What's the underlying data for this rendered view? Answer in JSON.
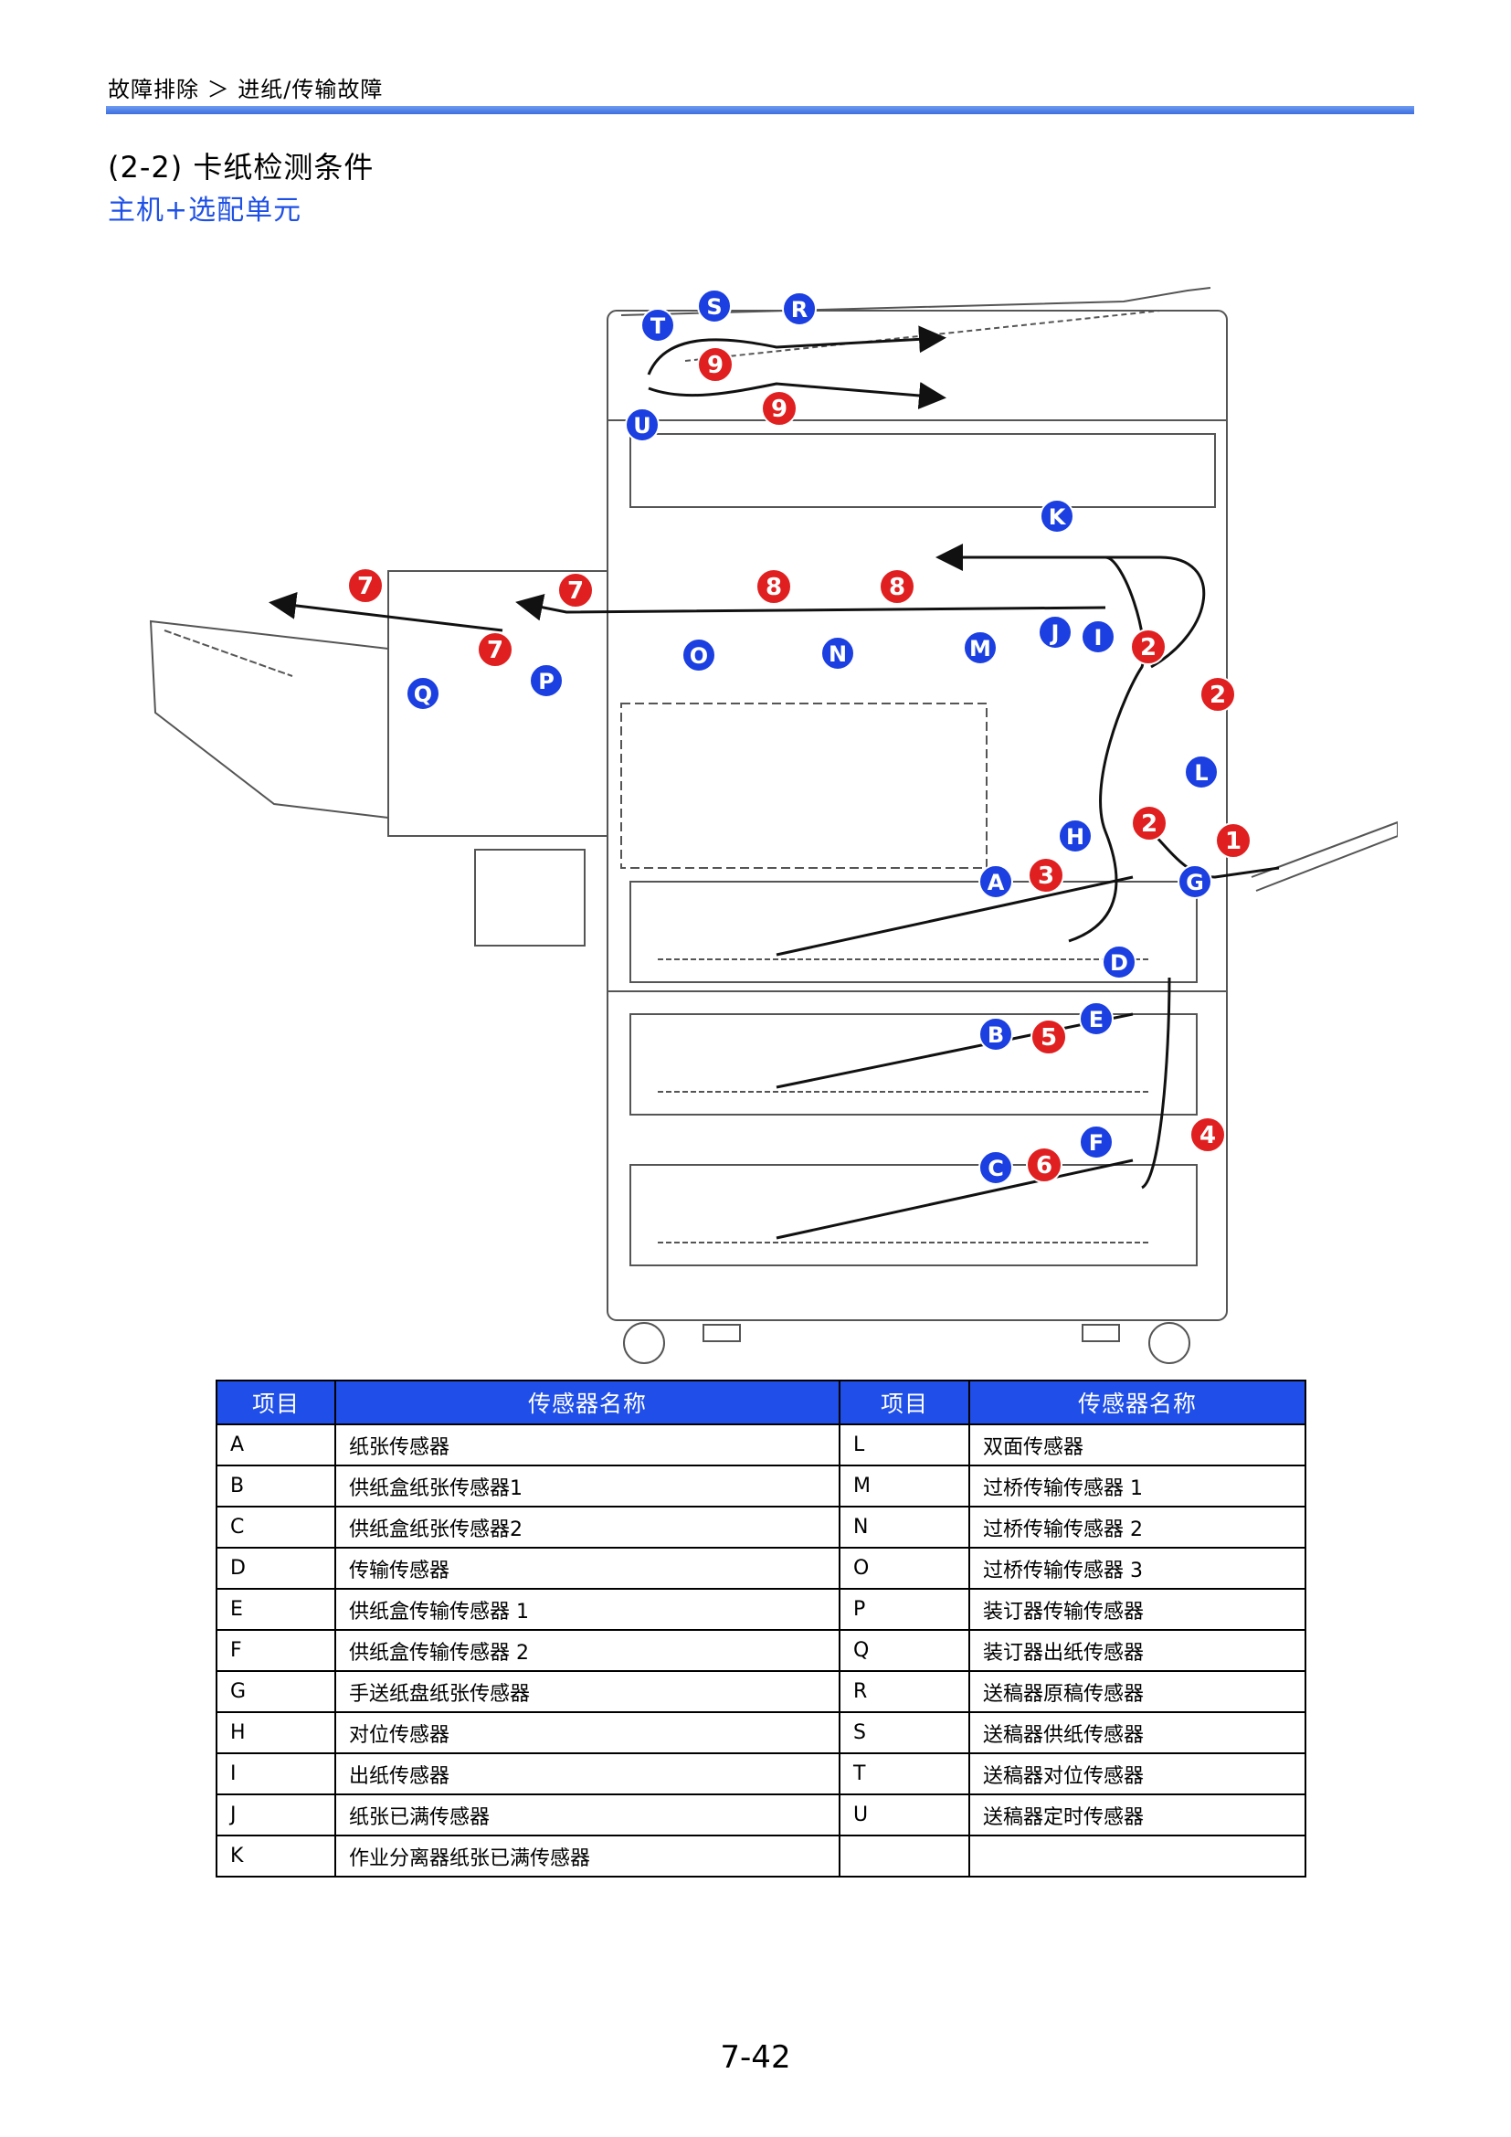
{
  "header": {
    "breadcrumb": "故障排除 ＞ 进纸/传输故障",
    "section_title": "(2-2)  卡纸检测条件",
    "subtitle": "主机+选配单元"
  },
  "diagram": {
    "sensor_labels": [
      "A",
      "B",
      "C",
      "D",
      "E",
      "F",
      "G",
      "H",
      "I",
      "J",
      "K",
      "L",
      "M",
      "N",
      "O",
      "P",
      "Q",
      "R",
      "S",
      "T",
      "U"
    ],
    "jam_markers": [
      "1",
      "2",
      "2",
      "2",
      "3",
      "4",
      "5",
      "6",
      "7",
      "7",
      "7",
      "8",
      "8",
      "9",
      "9"
    ],
    "colors": {
      "sensor_marker": "#1b3fe0",
      "jam_marker": "#e02020",
      "line_art": "#555555"
    }
  },
  "table": {
    "headers": [
      "项目",
      "传感器名称",
      "项目",
      "传感器名称"
    ],
    "rows": [
      [
        "A",
        "纸张传感器",
        "L",
        "双面传感器"
      ],
      [
        "B",
        "供纸盒纸张传感器1",
        "M",
        "过桥传输传感器 1"
      ],
      [
        "C",
        "供纸盒纸张传感器2",
        "N",
        "过桥传输传感器 2"
      ],
      [
        "D",
        "传输传感器",
        "O",
        "过桥传输传感器 3"
      ],
      [
        "E",
        "供纸盒传输传感器 1",
        "P",
        "装订器传输传感器"
      ],
      [
        "F",
        "供纸盒传输传感器 2",
        "Q",
        "装订器出纸传感器"
      ],
      [
        "G",
        "手送纸盘纸张传感器",
        "R",
        "送稿器原稿传感器"
      ],
      [
        "H",
        "对位传感器",
        "S",
        "送稿器供纸传感器"
      ],
      [
        "I",
        "出纸传感器",
        "T",
        "送稿器对位传感器"
      ],
      [
        "J",
        "纸张已满传感器",
        "U",
        "送稿器定时传感器"
      ],
      [
        "K",
        "作业分离器纸张已满传感器",
        "",
        ""
      ]
    ]
  },
  "page_number": "7-42"
}
